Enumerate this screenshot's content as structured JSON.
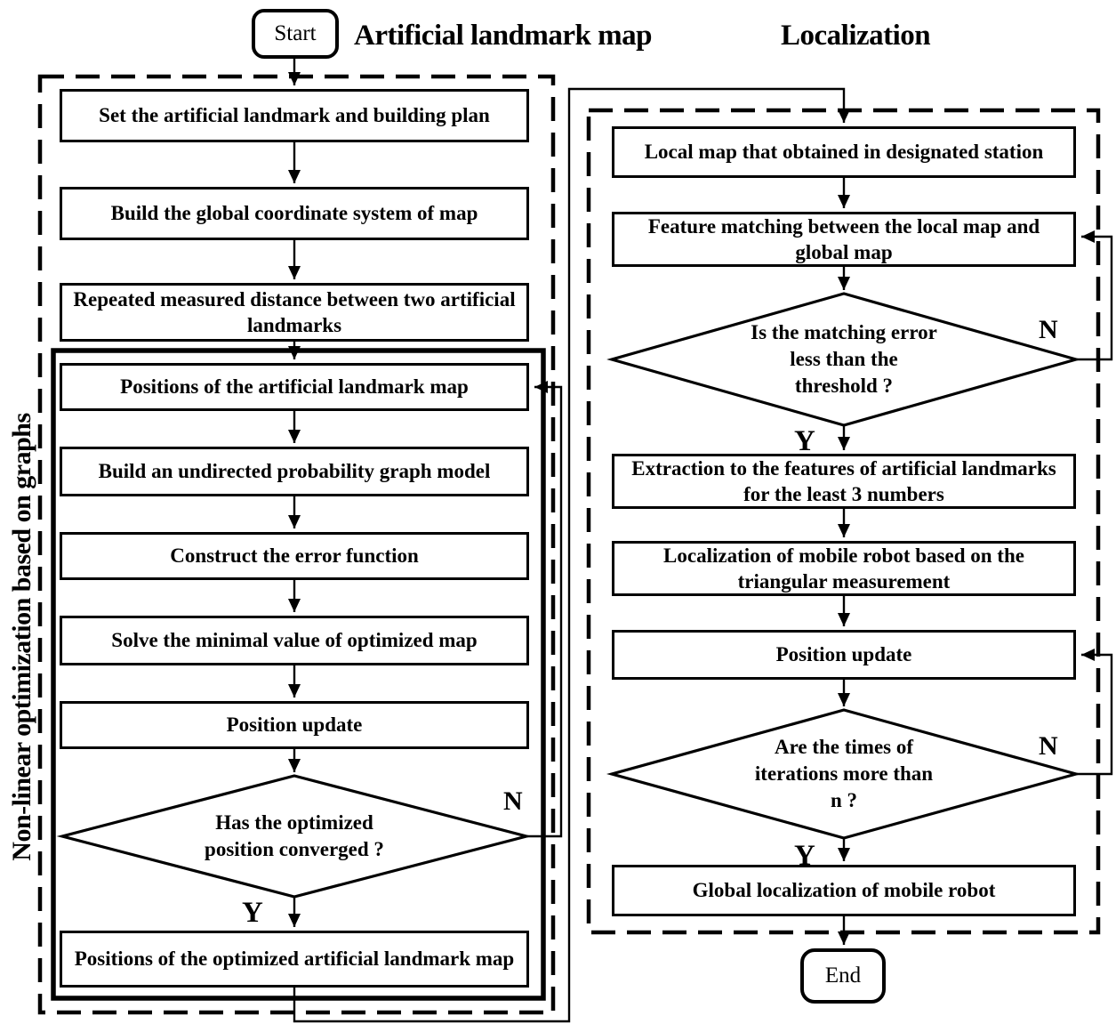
{
  "titles": {
    "left": "Artificial landmark map",
    "right": "Localization"
  },
  "terminals": {
    "start": "Start",
    "end": "End"
  },
  "left_chart": {
    "side_label": "Non-linear optimization based on graphs",
    "boxes": [
      "Set the artificial landmark and building plan",
      "Build the global coordinate system of map",
      "Repeated measured distance between two artificial landmarks",
      "Positions of the artificial landmark map",
      "Build an undirected probability graph model",
      "Construct the error function",
      "Solve the minimal value of optimized map",
      "Position update",
      "Positions of the optimized artificial landmark map"
    ],
    "diamond": {
      "lines": [
        "Has the optimized",
        "position converged ?"
      ]
    },
    "branch_labels": {
      "yes": "Y",
      "no": "N"
    }
  },
  "right_chart": {
    "boxes": [
      "Local map that obtained in designated station",
      "Feature matching between the local map and global map",
      "Extraction to the features of artificial landmarks for the least 3 numbers",
      "Localization of mobile robot based on the triangular measurement",
      "Position update",
      "Global localization of mobile robot"
    ],
    "diamond1": {
      "lines": [
        "Is the matching error",
        "less than the",
        "threshold ?"
      ]
    },
    "diamond2": {
      "lines": [
        "Are the times of",
        "iterations more than",
        "n ?"
      ]
    },
    "branch_labels": {
      "yes": "Y",
      "no": "N"
    }
  },
  "colors": {
    "ink": "#000000",
    "background": "#ffffff"
  }
}
